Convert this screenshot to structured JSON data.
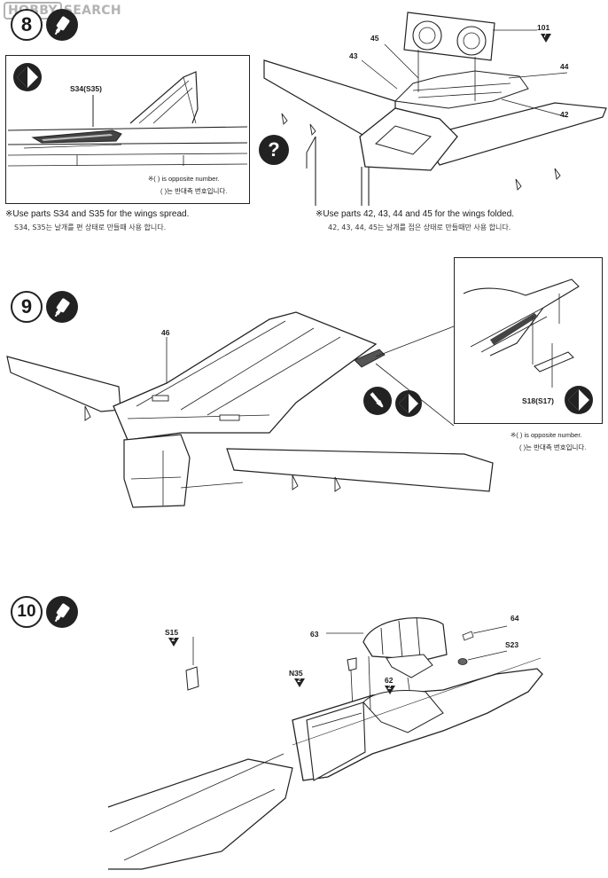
{
  "watermark": {
    "brand_boxed": "HOBBY",
    "brand_rest": "SEARCH"
  },
  "steps": {
    "step8": {
      "number": "8",
      "inset_label": "S34(S35)",
      "inset_note_en": "※( ) is opposite number.",
      "inset_note_ko": "( )는 반대측 번호입니다.",
      "left_instruction_en": "※Use parts S34 and S35 for the wings spread.",
      "left_instruction_ko": "S34, S35는 날개를 편 상태로 만들때 사용 합니다.",
      "right_instruction_en": "※Use parts 42, 43, 44 and 45 for the wings folded.",
      "right_instruction_ko": "42, 43, 44, 45는 날개를 접은 상태로 만들때만 사용 합니다.",
      "parts": {
        "p45": "45",
        "p43": "43",
        "p101": "101",
        "p101_badge": "7",
        "p44": "44",
        "p42": "42"
      },
      "question_mark": "?"
    },
    "step9": {
      "number": "9",
      "part46": "46",
      "inset_label": "S18(S17)",
      "note_en": "※( ) is opposite number.",
      "note_ko": "( )는 반대측 번호입니다."
    },
    "step10": {
      "number": "10",
      "parts": {
        "s15": "S15",
        "s15_badge": "2",
        "p63": "63",
        "p64": "64",
        "s23": "S23",
        "n35": "N35",
        "n35_badge": "2",
        "p62": "62",
        "p62_badge": "2"
      }
    }
  },
  "colors": {
    "ink": "#1a1a1a",
    "paper": "#ffffff",
    "watermark": "#b3b3b3",
    "shade": "#444444"
  }
}
